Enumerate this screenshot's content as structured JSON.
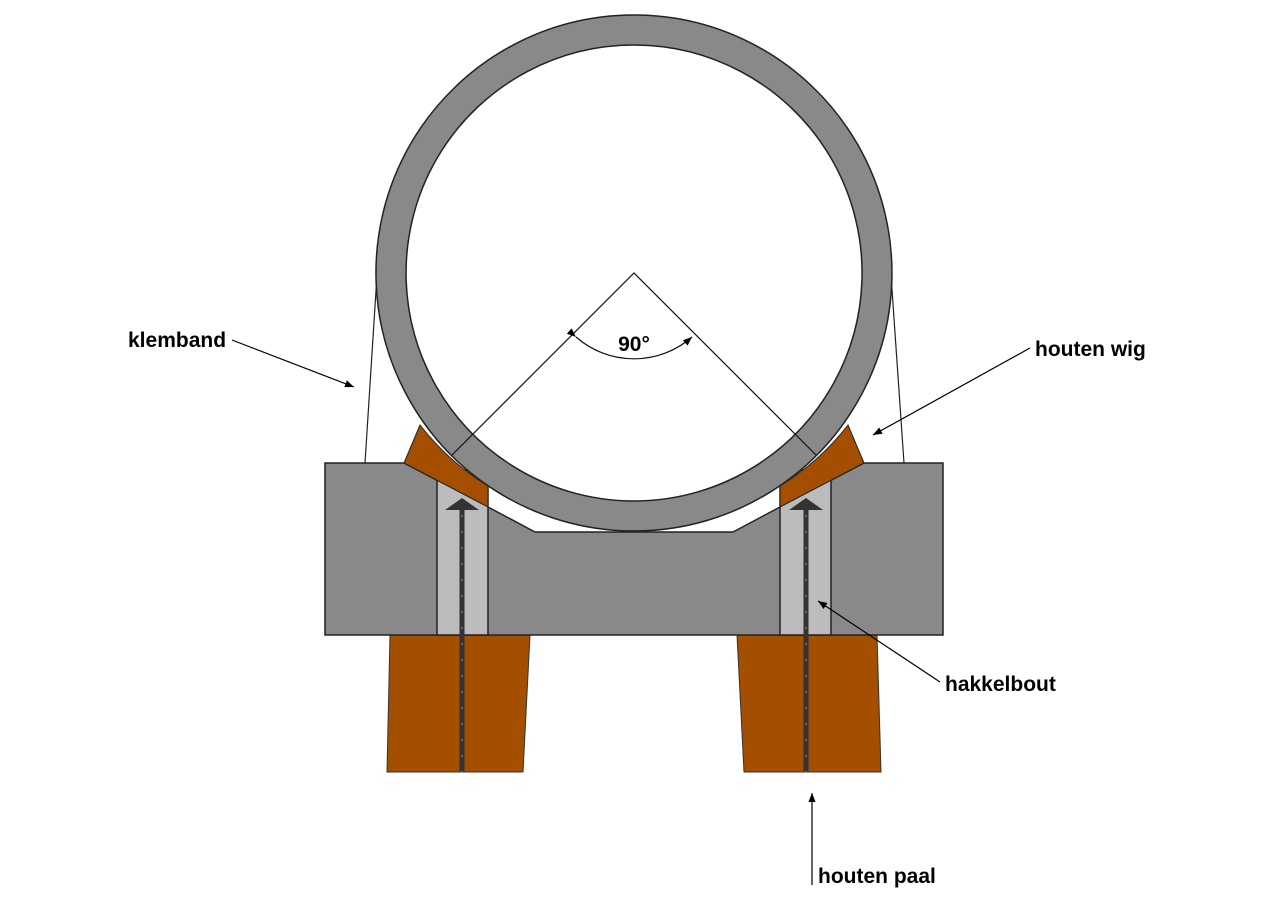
{
  "labels": {
    "clamp_band": "klemband",
    "wooden_wedge": "houten wig",
    "hook_bolt": "hakkelbout",
    "wooden_pile": "houten paal",
    "angle": "90°"
  },
  "colors": {
    "steel": "#898989",
    "sleeve": "#bcbcbc",
    "wood": "#a44f00",
    "bolt": "#333333"
  }
}
